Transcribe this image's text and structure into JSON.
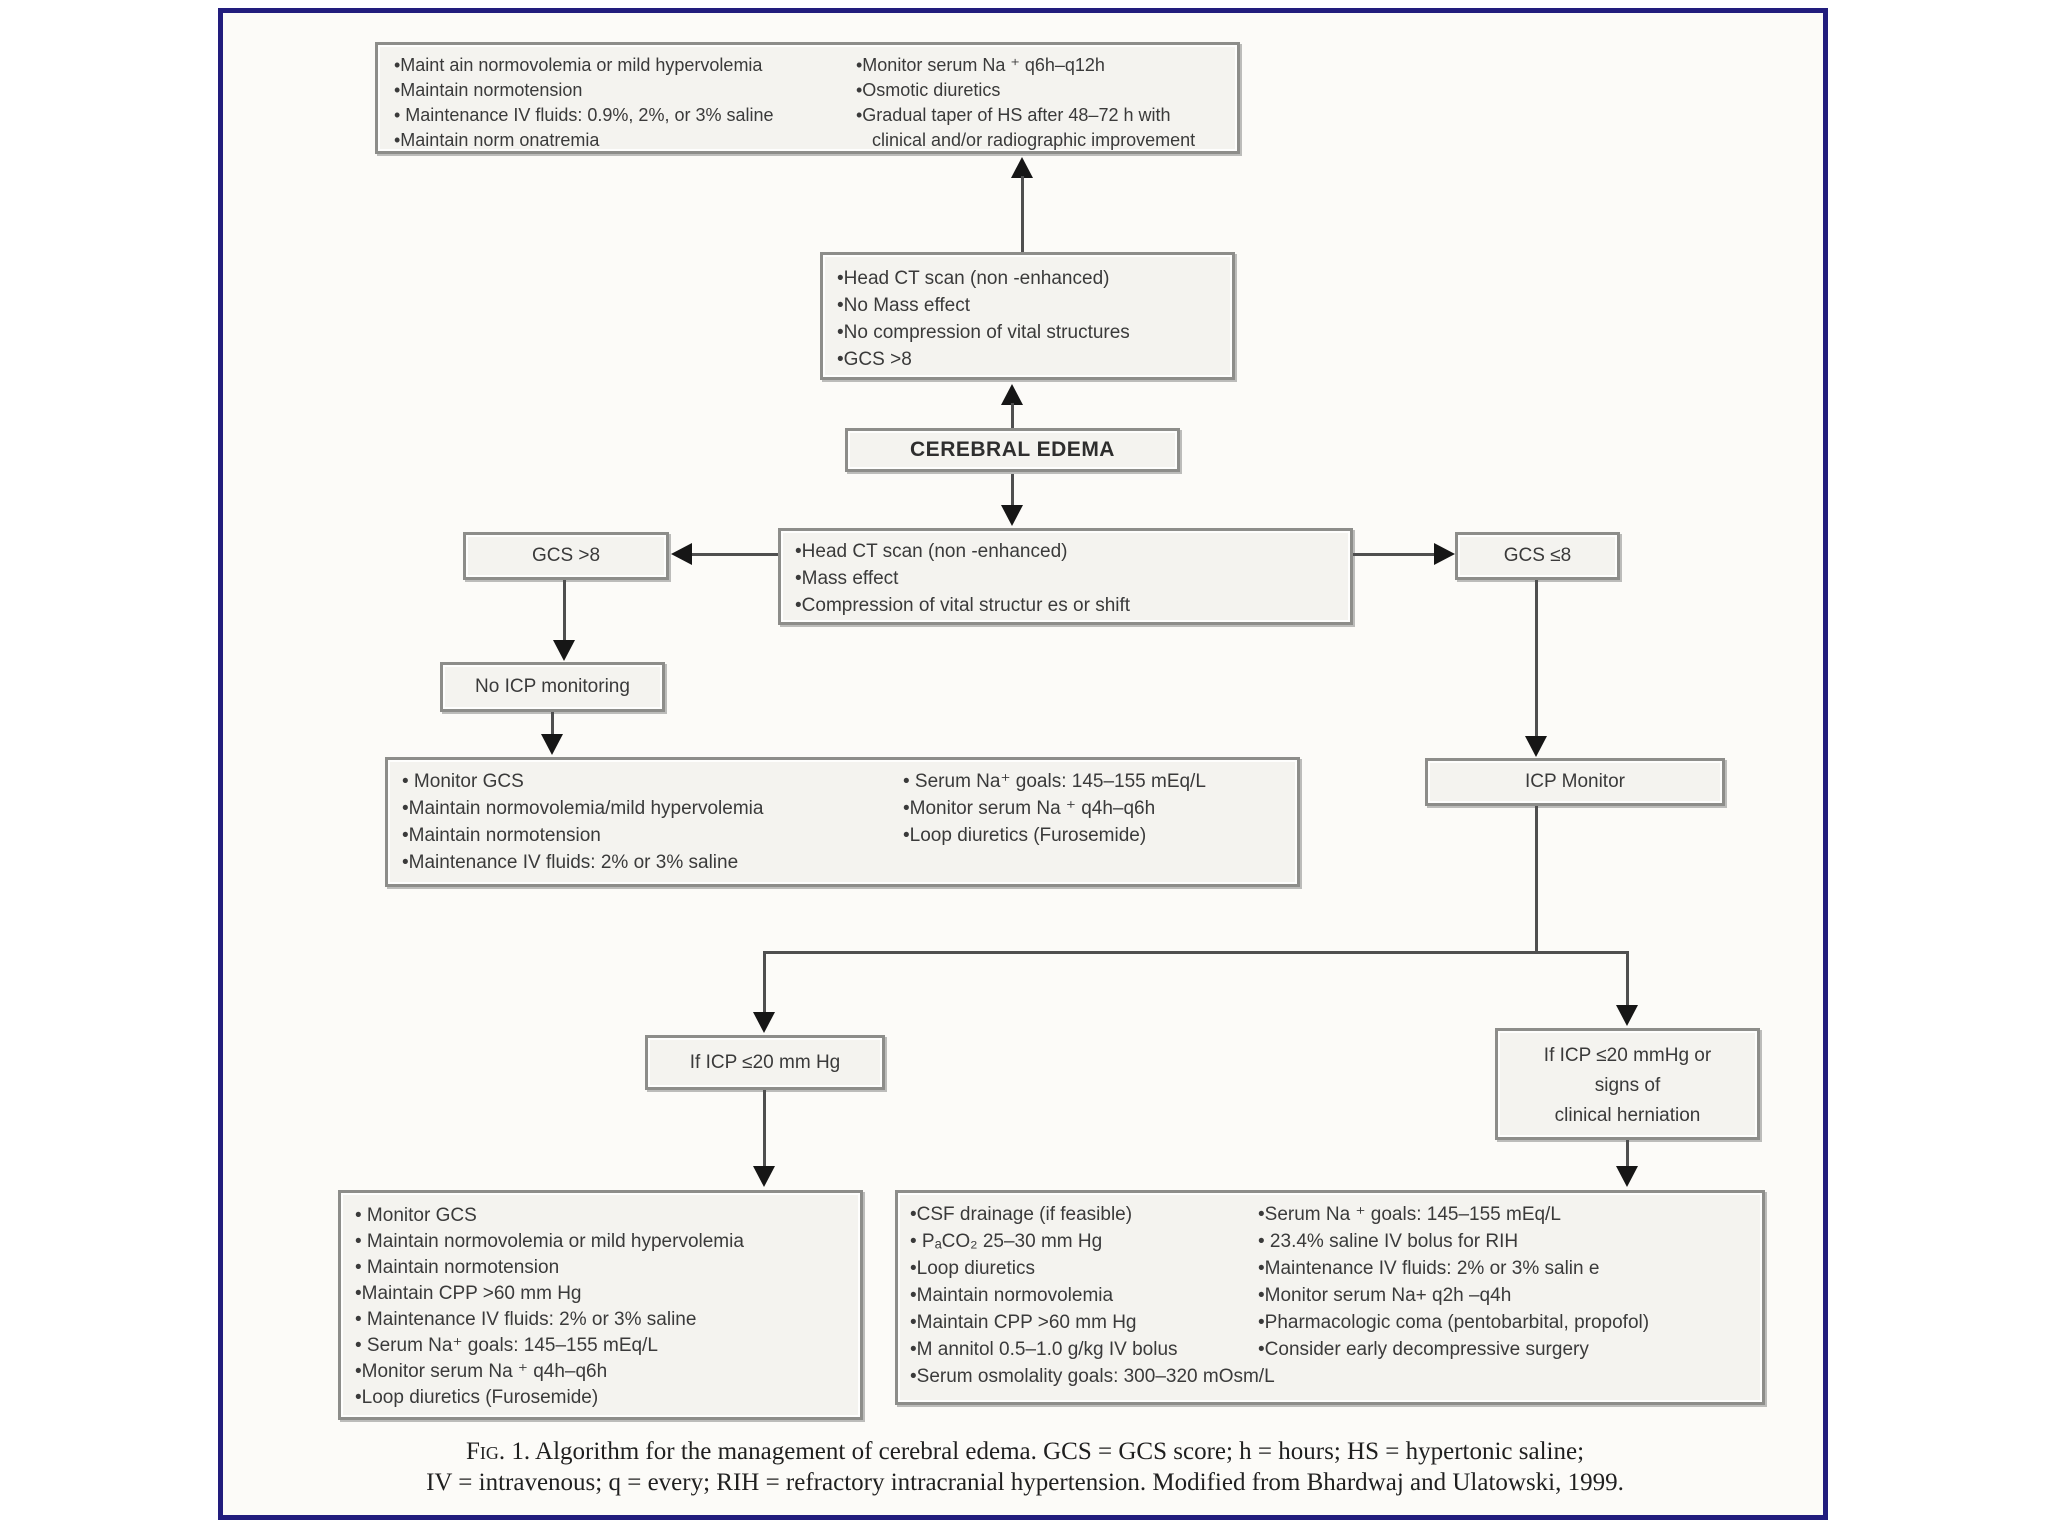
{
  "colors": {
    "frame_border": "#221d7d",
    "box_border": "#8d8d8a",
    "box_fill": "#f4f3ef",
    "arrow": "#161616",
    "line": "#4f4f4f"
  },
  "boxes": {
    "hs_maintenance": {
      "col1": [
        "•Maint ain normovolemia or mild hypervolemia",
        "•Maintain normotension",
        "• Maintenance  IV fluids: 0.9%, 2%, or 3% saline",
        "•Maintain norm onatremia"
      ],
      "col2": [
        "•Monitor serum Na ⁺ q6h–q12h",
        "•Osmotic diuretics",
        "•Gradual taper of HS  after 48–72 h with",
        "clinical and/or radiographic improvement"
      ]
    },
    "ct_no_mass": {
      "items": [
        "•Head CT scan (non -enhanced)",
        "•No Mass effect",
        "•No compression of vital structures",
        "•GCS >8"
      ]
    },
    "cerebral_edema": {
      "label": "CEREBRAL EDEMA"
    },
    "gcs_gt8": {
      "label": "GCS >8"
    },
    "ct_mass": {
      "items": [
        "•Head CT scan (non -enhanced)",
        "•Mass effect",
        "•Compression of vital structur es or shift"
      ]
    },
    "gcs_le8": {
      "label": "GCS ≤8"
    },
    "no_icp": {
      "label": "No ICP monitoring"
    },
    "monitor_gcs": {
      "col1": [
        "• Monitor GCS",
        "•Maintain normovolemia/mild hypervolemia",
        "•Maintain normotension",
        "•Maintenance IV fluids: 2% or 3% saline"
      ],
      "col2": [
        "• Serum Na⁺ goals: 145–155 mEq/L",
        "•Monitor serum Na ⁺ q4h–q6h",
        "•Loop diuretics (Furosemide)"
      ]
    },
    "icp_monitor": {
      "label": "ICP Monitor"
    },
    "icp_le20": {
      "label": "If ICP ≤20 mm Hg"
    },
    "icp_herniation": {
      "lines": [
        "If ICP ≤20 mmHg or",
        "signs of",
        "clinical herniation"
      ]
    },
    "tier1": {
      "items": [
        "• Monitor GCS",
        "• Maintain normovolemia or mild hypervolemia",
        "• Maintain normotension",
        "•Maintain CPP >60 mm Hg",
        "• Maintenance IV fluids: 2% or 3% saline",
        "• Serum Na⁺ goals: 145–155 mEq/L",
        "•Monitor serum Na ⁺ q4h–q6h",
        "•Loop diuretics (Furosemide)"
      ]
    },
    "tier2": {
      "col1": [
        "•CSF drainage (if feasible)",
        "• PₐCO₂ 25–30 mm Hg",
        "•Loop diuretics",
        "•Maintain normovolemia",
        "•Maintain CPP >60 mm Hg",
        "•M annitol 0.5–1.0 g/kg IV bolus",
        "•Serum osmolality goals:  300–320 mOsm/L"
      ],
      "col2": [
        "•Serum Na ⁺ goals: 145–155 mEq/L",
        "• 23.4% saline IV bolus for RIH",
        "•Maintenance IV fluids: 2% or 3% salin e",
        "•Monitor serum Na+ q2h –q4h",
        "•Pharmacologic coma (pentobarbital,  propofol)",
        "•Consider early decompressive surgery"
      ]
    }
  },
  "caption": {
    "fig_label": "Fig. 1.",
    "line1_rest": "  Algorithm for the management of cerebral edema. GCS = GCS score; h = hours; HS = hypertonic saline;",
    "line2": "IV = intravenous; q = every; RIH = refractory intracranial hypertension. Modified from Bhardwaj and Ulatowski, 1999."
  }
}
